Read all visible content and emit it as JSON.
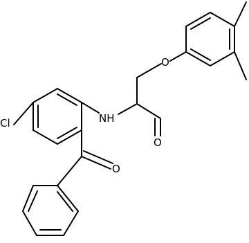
{
  "molecule": {
    "atom_labels": {
      "chlorine": "Cl",
      "amide_nitrogen": "NH",
      "amide_oxygen": "O",
      "ketone_oxygen": "O",
      "ether_oxygen": "O"
    }
  }
}
